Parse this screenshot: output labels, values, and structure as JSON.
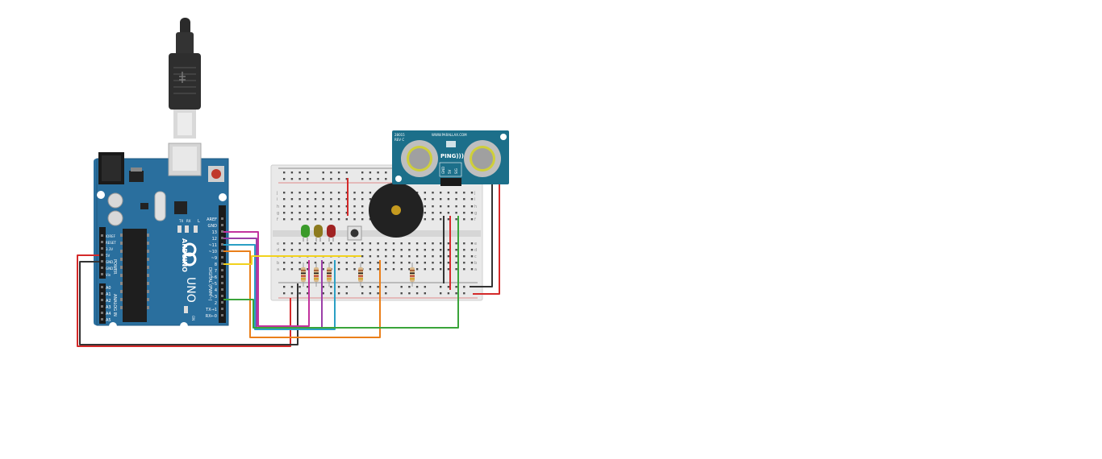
{
  "arduino": {
    "brand": "ARDUINO",
    "model": "UNO",
    "on_label": "ON",
    "l_label": "L",
    "tx_label": "TX",
    "rx_label": "RX",
    "digital_label": "DIGITAL (PWM~)",
    "power_label": "POWER",
    "analog_label": "ANALOG IN",
    "digital_pins": [
      "AREF",
      "GND",
      "13",
      "12",
      "~11",
      "~10",
      "~9",
      "8",
      "7",
      "~6",
      "~5",
      "4",
      "~3",
      "2",
      "TX→1",
      "RX←0"
    ],
    "power_pins": [
      "IOREF",
      "RESET",
      "3.3V",
      "5V",
      "GND",
      "GND",
      "Vin"
    ],
    "analog_pins": [
      "A0",
      "A1",
      "A2",
      "A3",
      "A4",
      "A5"
    ]
  },
  "sensor": {
    "name": "PING)))",
    "url": "WWW.PARALLAX.COM",
    "part": "28015",
    "rev": "REV C",
    "pins": [
      "GND",
      "5V",
      "SIG"
    ]
  },
  "breadboard": {
    "row_letters_top": [
      "j",
      "i",
      "h",
      "g",
      "f"
    ],
    "row_letters_bottom": [
      "e",
      "d",
      "c",
      "b",
      "a"
    ]
  },
  "colors": {
    "board_blue": "#2a6f9e",
    "breadboard": "#e9e9e9",
    "sensor_teal": "#1c6f8a",
    "wire_red": "#d42a2a",
    "wire_black": "#333333",
    "wire_purple": "#9b3fa8",
    "wire_magenta": "#c2339e",
    "wire_cyan": "#2a9fc4",
    "wire_yellow": "#f2d21c",
    "wire_orange": "#ea7f1a",
    "wire_green": "#3aa43a",
    "led_green": "#3a9a2a",
    "led_yellow": "#8c7a1e",
    "led_red": "#a02222"
  },
  "components": {
    "leds": [
      "green-led",
      "yellow-led",
      "red-led"
    ],
    "icons": [
      "usb-cable-icon",
      "pushbutton-icon",
      "buzzer-icon",
      "resistor-icon"
    ]
  }
}
